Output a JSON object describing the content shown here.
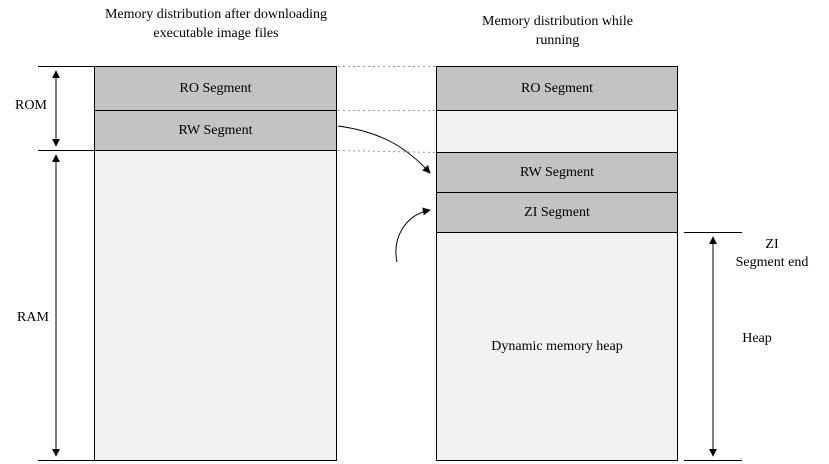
{
  "left": {
    "title": "Memory distribution after downloading executable image files",
    "segments": {
      "ro": "RO Segment",
      "rw": "RW Segment"
    }
  },
  "right": {
    "title": "Memory distribution while running",
    "segments": {
      "ro": "RO Segment",
      "rw": "RW Segment",
      "zi": "ZI Segment",
      "heap": "Dynamic memory heap"
    }
  },
  "labels": {
    "rom": "ROM",
    "ram": "RAM",
    "zi_end": [
      "ZI",
      "Segment end"
    ],
    "heap": "Heap"
  },
  "colors": {
    "segment_fill": "#c3c3c3",
    "body_fill": "#f2f2f2",
    "line": "#000000",
    "dotted_line": "#9a9a9a"
  }
}
